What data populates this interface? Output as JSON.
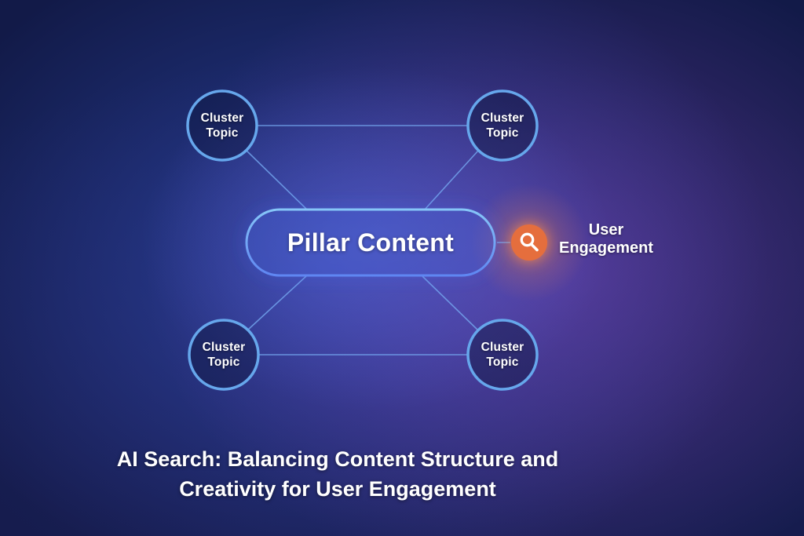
{
  "diagram": {
    "pillar": {
      "label": "Pillar Content"
    },
    "clusters": [
      {
        "id": "top-left",
        "label": "Cluster\nTopic"
      },
      {
        "id": "top-right",
        "label": "Cluster\nTopic"
      },
      {
        "id": "bottom-left",
        "label": "Cluster\nTopic"
      },
      {
        "id": "bottom-right",
        "label": "Cluster\nTopic"
      }
    ],
    "engagement": {
      "label": "User\nEngagement",
      "icon": "magnifier-icon"
    },
    "colors": {
      "background_navy": "#121a48",
      "glow_blue": "#385cd8",
      "glow_purple": "#a855de",
      "node_stroke": "#66a7ec",
      "pill_stroke_top": "#86c6f8",
      "pill_stroke_bottom": "#5f86f2",
      "connector_line": "#76aaf2",
      "search_circle": "#e56e3c",
      "search_glow": "#ff8c45",
      "text": "#ffffff"
    }
  },
  "caption": {
    "title": "AI Search: Balancing Content Structure and\nCreativity for User Engagement"
  }
}
